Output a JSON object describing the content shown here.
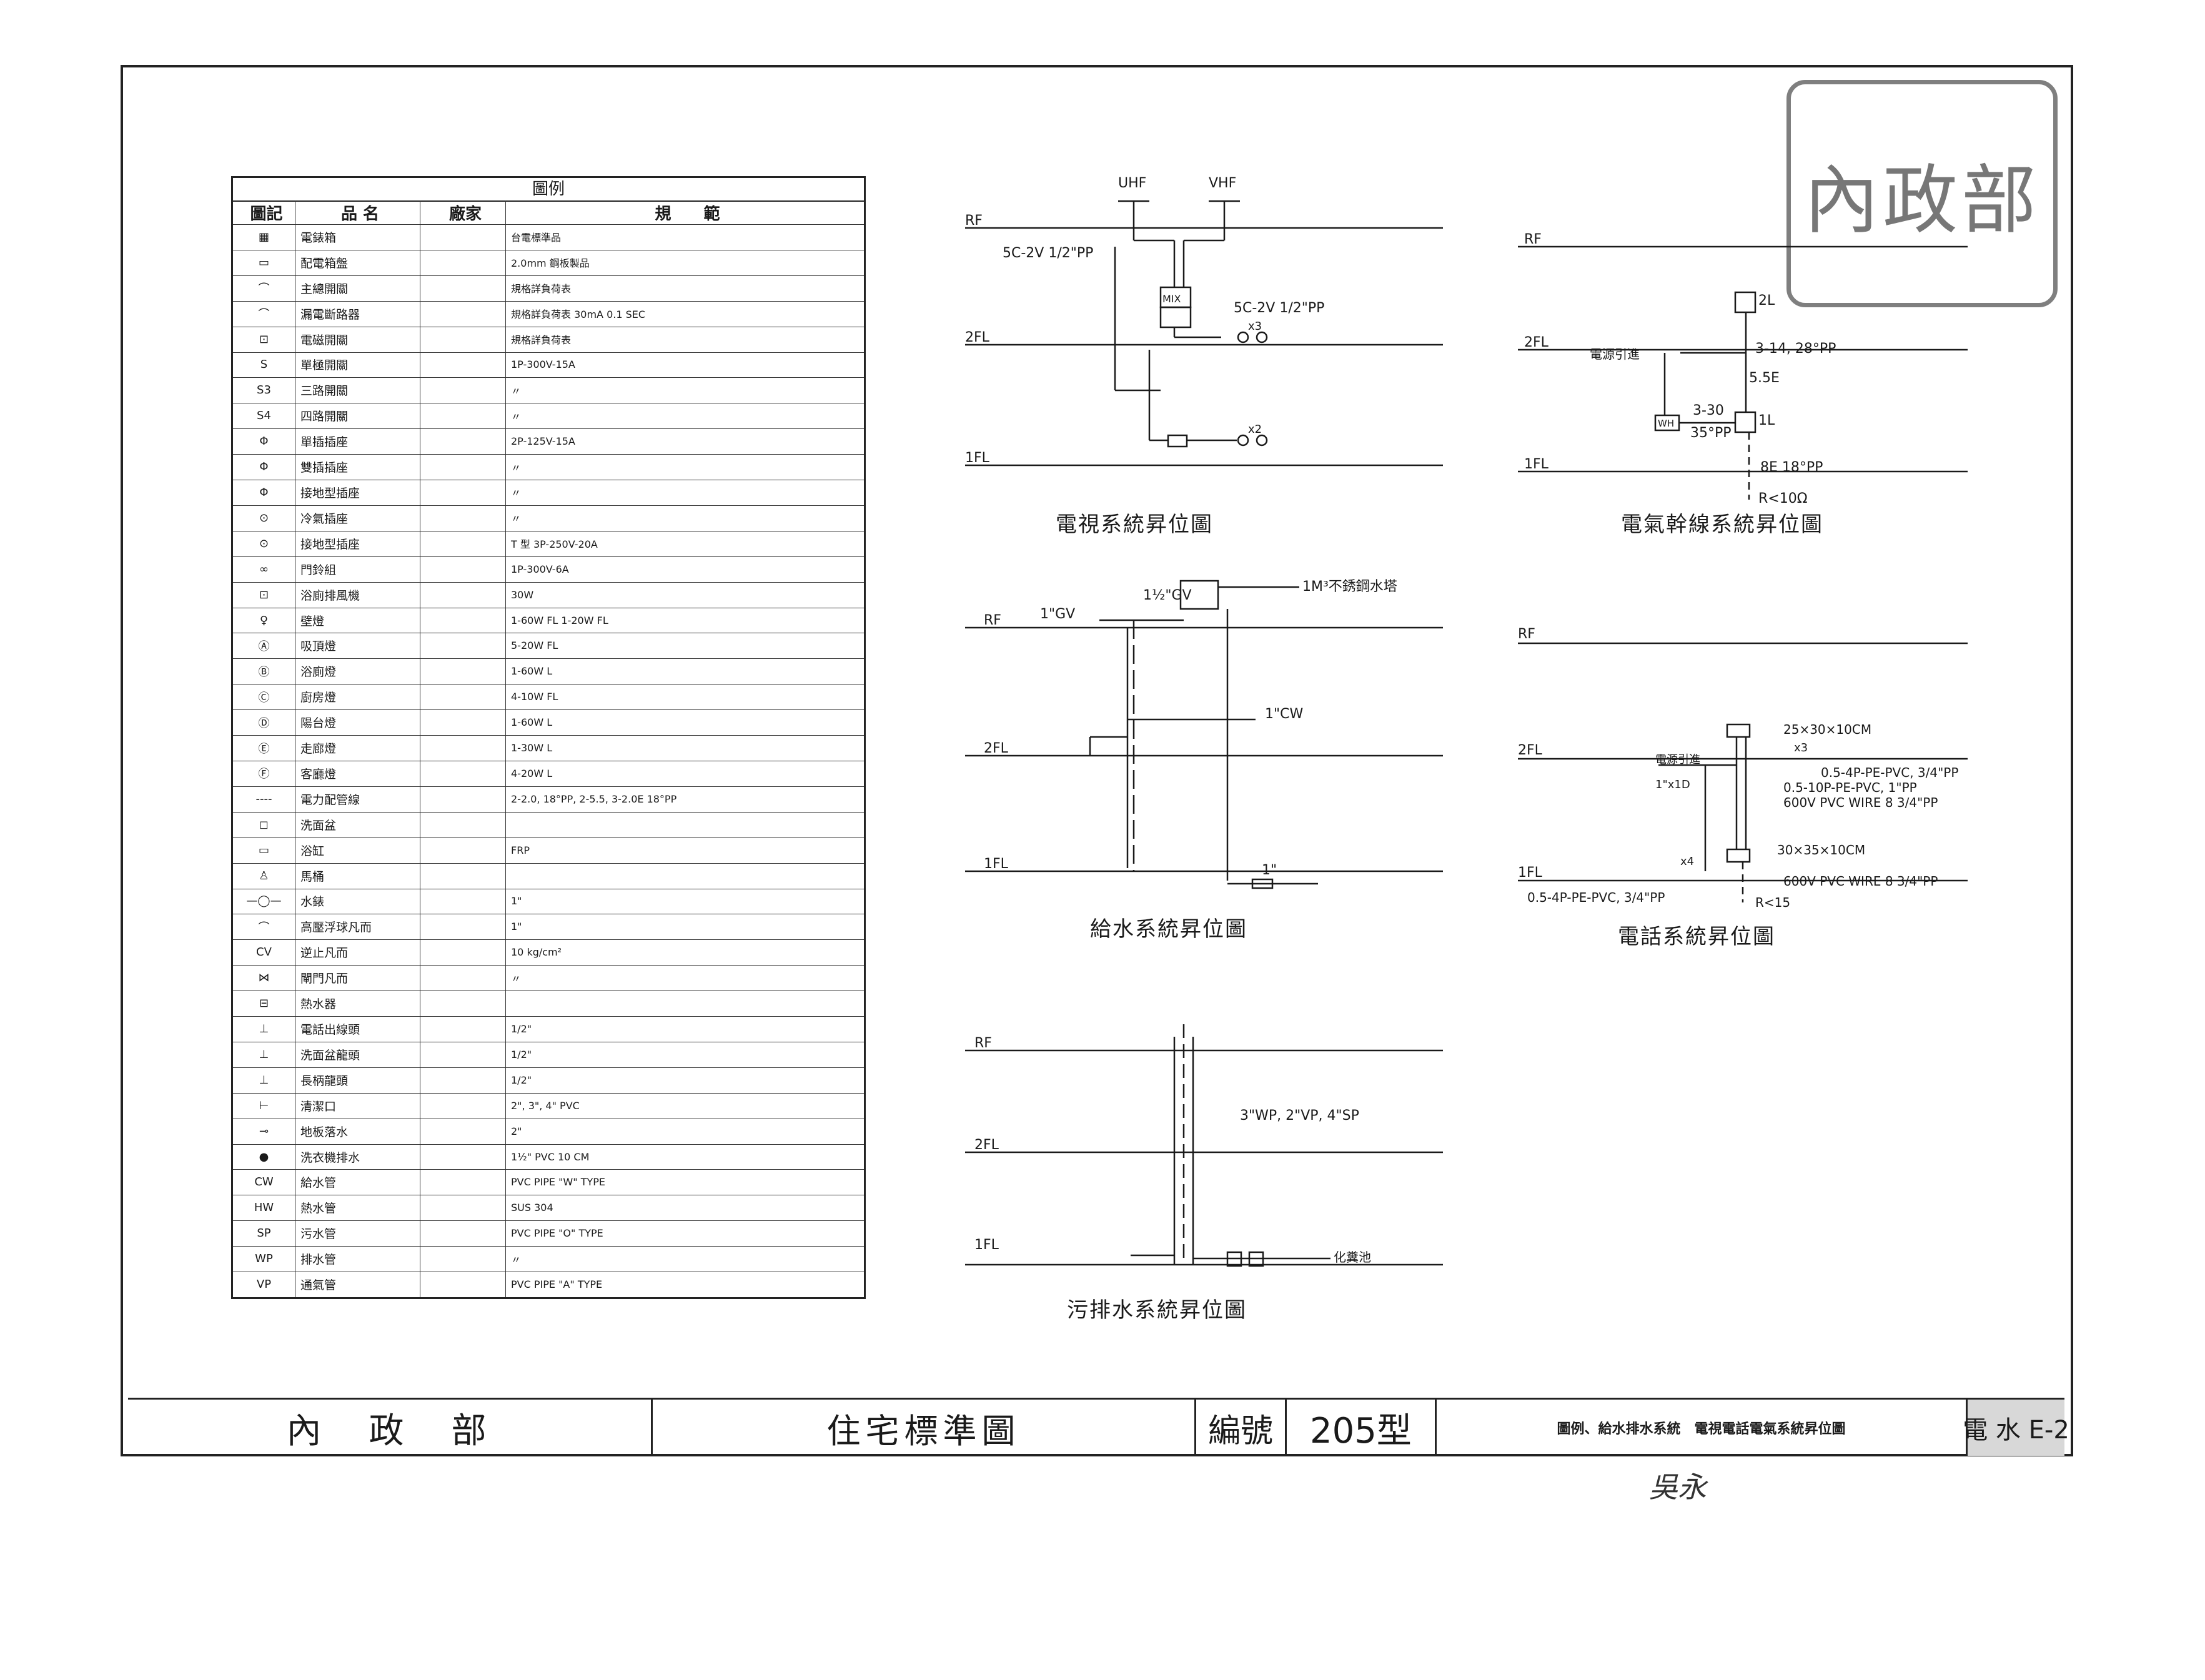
{
  "seal": {
    "text": "內政部"
  },
  "legend": {
    "title": "圖例",
    "headers": [
      "圖記",
      "品 名",
      "廠家",
      "規　　範"
    ],
    "rows": [
      {
        "sym": "▦",
        "name": "電錶箱",
        "spec": "台電標準品"
      },
      {
        "sym": "▭",
        "name": "配電箱盤",
        "spec": "2.0mm 鋼板製品"
      },
      {
        "sym": "⌒",
        "name": "主總開關",
        "spec": "規格詳負荷表"
      },
      {
        "sym": "⌒",
        "name": "漏電斷路器",
        "spec": "規格詳負荷表 30mA 0.1 SEC"
      },
      {
        "sym": "⊡",
        "name": "電磁開關",
        "spec": "規格詳負荷表"
      },
      {
        "sym": "S",
        "name": "單極開關",
        "spec": "1P-300V-15A"
      },
      {
        "sym": "S3",
        "name": "三路開關",
        "spec": "〃"
      },
      {
        "sym": "S4",
        "name": "四路開關",
        "spec": "〃"
      },
      {
        "sym": "Φ",
        "name": "單插插座",
        "spec": "2P-125V-15A"
      },
      {
        "sym": "Φ",
        "name": "雙插插座",
        "spec": "〃"
      },
      {
        "sym": "Φ",
        "name": "接地型插座",
        "spec": "〃"
      },
      {
        "sym": "⊙",
        "name": "冷氣插座",
        "spec": "〃"
      },
      {
        "sym": "⊙",
        "name": "接地型插座",
        "spec": "T 型 3P-250V-20A"
      },
      {
        "sym": "∞",
        "name": "門鈴組",
        "spec": "1P-300V-6A"
      },
      {
        "sym": "⊡",
        "name": "浴廁排風機",
        "spec": "30W"
      },
      {
        "sym": "♀",
        "name": "壁燈",
        "spec": "1-60W FL 1-20W FL"
      },
      {
        "sym": "Ⓐ",
        "name": "吸頂燈",
        "spec": "5-20W FL"
      },
      {
        "sym": "Ⓑ",
        "name": "浴廁燈",
        "spec": "1-60W L"
      },
      {
        "sym": "Ⓒ",
        "name": "廚房燈",
        "spec": "4-10W FL"
      },
      {
        "sym": "Ⓓ",
        "name": "陽台燈",
        "spec": "1-60W L"
      },
      {
        "sym": "Ⓔ",
        "name": "走廊燈",
        "spec": "1-30W L"
      },
      {
        "sym": "Ⓕ",
        "name": "客廳燈",
        "spec": "4-20W L"
      },
      {
        "sym": "----",
        "name": "電力配管線",
        "spec": "2-2.0, 18°PP, 2-5.5, 3-2.0E 18°PP"
      },
      {
        "sym": "◻",
        "name": "洗面盆",
        "spec": ""
      },
      {
        "sym": "▭",
        "name": "浴缸",
        "spec": "FRP"
      },
      {
        "sym": "♙",
        "name": "馬桶",
        "spec": ""
      },
      {
        "sym": "—◯—",
        "name": "水錶",
        "spec": "1\""
      },
      {
        "sym": "⌒",
        "name": "高壓浮球凡而",
        "spec": "1\""
      },
      {
        "sym": "CV",
        "name": "逆止凡而",
        "spec": "10 kg/cm²"
      },
      {
        "sym": "⋈",
        "name": "閘門凡而",
        "spec": "〃"
      },
      {
        "sym": "⊟",
        "name": "熱水器",
        "spec": ""
      },
      {
        "sym": "⊥",
        "name": "電話出線頭",
        "spec": "1/2\""
      },
      {
        "sym": "⊥",
        "name": "洗面盆龍頭",
        "spec": "1/2\""
      },
      {
        "sym": "⊥",
        "name": "長柄龍頭",
        "spec": "1/2\""
      },
      {
        "sym": "⊢",
        "name": "清潔口",
        "spec": "2\", 3\", 4\" PVC"
      },
      {
        "sym": "⊸",
        "name": "地板落水",
        "spec": "2\""
      },
      {
        "sym": "●",
        "name": "洗衣機排水",
        "spec": "1½\" PVC 10 CM"
      },
      {
        "sym": "CW",
        "name": "給水管",
        "spec": "PVC PIPE \"W\" TYPE"
      },
      {
        "sym": "HW",
        "name": "熱水管",
        "spec": "SUS 304"
      },
      {
        "sym": "SP",
        "name": "污水管",
        "spec": "PVC PIPE \"O\" TYPE"
      },
      {
        "sym": "WP",
        "name": "排水管",
        "spec": "〃"
      },
      {
        "sym": "VP",
        "name": "通氣管",
        "spec": "PVC PIPE \"A\" TYPE"
      }
    ]
  },
  "diagrams": {
    "tv": {
      "title": "電視系統昇位圖",
      "uhf": "UHF",
      "vhf": "VHF",
      "rf": "RF",
      "fl2": "2FL",
      "fl1": "1FL",
      "main_cable": "5C-2V 1/2\"PP",
      "branch_cable": "5C-2V 1/2\"PP",
      "mix": "MIX",
      "x3": "x3",
      "x2": "x2"
    },
    "power": {
      "title": "電氣幹線系統昇位圖",
      "rf": "RF",
      "fl2": "2FL",
      "fl1": "1FL",
      "l2": "2L",
      "l1": "1L",
      "feeder": "3-14, 28°PP",
      "ground_5": "5.5E",
      "wh": "WH",
      "sub": "3-30",
      "sub2": "35°PP",
      "earth": "8E 18°PP",
      "resist": "R<10Ω",
      "source": "電源引進"
    },
    "water": {
      "title": "給水系統昇位圖",
      "rf": "RF",
      "fl2": "2FL",
      "fl1": "1FL",
      "tank": "1M³不銹鋼水塔",
      "gv": "1\"GV",
      "gv2": "1½\"GV",
      "cw": "1\"CW",
      "meter": "1\""
    },
    "phone": {
      "title": "電話系統昇位圖",
      "rf": "RF",
      "fl2": "2FL",
      "fl1": "1FL",
      "box_top": "25×30×10CM",
      "x3": "x3",
      "pipe_a": "0.5-4P-PE-PVC, 3/4\"PP",
      "pipe_b": "0.5-10P-PE-PVC, 1\"PP",
      "wire_a": "600V PVC WIRE 8 3/4\"PP",
      "box_bot": "30×35×10CM",
      "wire_b": "600V PVC WIRE 8  3/4\"PP",
      "x4": "x4",
      "pipe_c": "0.5-4P-PE-PVC, 3/4\"PP",
      "resist": "R<15",
      "source": "電源引進",
      "entry": "1\"x1D"
    },
    "drain": {
      "title": "污排水系統昇位圖",
      "rf": "RF",
      "fl2": "2FL",
      "fl1": "1FL",
      "pipe": "3\"WP, 2\"VP, 4\"SP",
      "septic": "化糞池"
    }
  },
  "titleblock": {
    "agency": "內　政　部",
    "drawing": "住宅標準圖",
    "code_label": "編號",
    "code": "205型",
    "content": "圖例、給水排水系統　電視電話電氣系統昇位圖",
    "sheet": "電 水 E-2"
  },
  "signature": "吳永"
}
